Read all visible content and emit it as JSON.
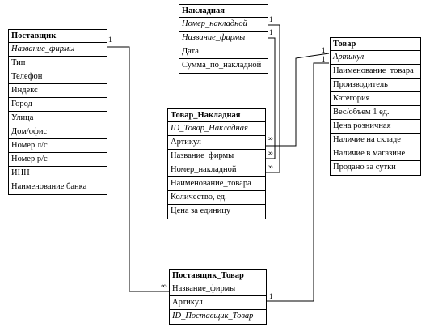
{
  "entities": {
    "postavshik": {
      "title": "Поставщик",
      "rows": [
        {
          "text": "Название_фирмы",
          "key": true
        },
        {
          "text": "Тип"
        },
        {
          "text": "Телефон"
        },
        {
          "text": "Индекс"
        },
        {
          "text": "Город"
        },
        {
          "text": "Улица"
        },
        {
          "text": "Дом/офис"
        },
        {
          "text": "Номер л/с"
        },
        {
          "text": "Номер р/с"
        },
        {
          "text": "ИНН"
        },
        {
          "text": "Наименование банка"
        }
      ]
    },
    "nakladnaya": {
      "title": "Накладная",
      "rows": [
        {
          "text": "Номер_накладной",
          "key": true
        },
        {
          "text": "Название_фирмы",
          "key": true
        },
        {
          "text": "Дата"
        },
        {
          "text": "Сумма_по_накладной"
        }
      ]
    },
    "tovar": {
      "title": "Товар",
      "rows": [
        {
          "text": "Артикул",
          "key": true
        },
        {
          "text": "Наименование_товара"
        },
        {
          "text": "Производитель"
        },
        {
          "text": "Категория"
        },
        {
          "text": "Вес/объем 1 ед."
        },
        {
          "text": "Цена розничная"
        },
        {
          "text": "Наличие на складе"
        },
        {
          "text": "Наличие в магазине"
        },
        {
          "text": "Продано за сутки"
        }
      ]
    },
    "tovar_nakladnaya": {
      "title": "Товар_Накладная",
      "rows": [
        {
          "text": "ID_Товар_Накладная",
          "key": true
        },
        {
          "text": "Артикул"
        },
        {
          "text": "Название_фирмы"
        },
        {
          "text": "Номер_накладной"
        },
        {
          "text": " Наименование_товара"
        },
        {
          "text": "Количество, ед."
        },
        {
          "text": "Цена за единицу"
        }
      ]
    },
    "postavshik_tovar": {
      "title": "Поставщик_Товар",
      "rows": [
        {
          "text": "Название_фирмы"
        },
        {
          "text": "Артикул"
        },
        {
          "text": "ID_Поставщик_Товар",
          "key": true
        }
      ]
    }
  },
  "cardinality": {
    "one": "1",
    "many": "∞"
  }
}
